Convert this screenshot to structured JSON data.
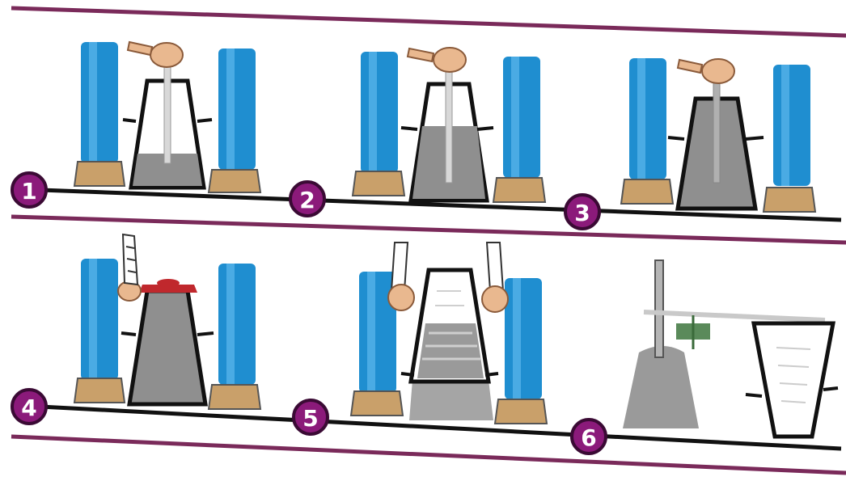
{
  "steps": [
    {
      "number": "1"
    },
    {
      "number": "2"
    },
    {
      "number": "3"
    },
    {
      "number": "4"
    },
    {
      "number": "5"
    },
    {
      "number": "6"
    }
  ],
  "colors": {
    "rule": "#7a2a5a",
    "badge": "#8b1a7a",
    "badge_ring": "#3a0a34",
    "boot": "#1f8ed0",
    "boot_dark": "#0f5f96",
    "concrete": "#8f8f8f",
    "cone_outline": "#111111",
    "hand": "#e9b88f",
    "plate_red": "#c0282d",
    "ground": "#111111"
  },
  "icons": [
    "boot-icon",
    "slump-cone-icon",
    "tamping-rod-icon",
    "hand-icon",
    "ruler-icon"
  ]
}
